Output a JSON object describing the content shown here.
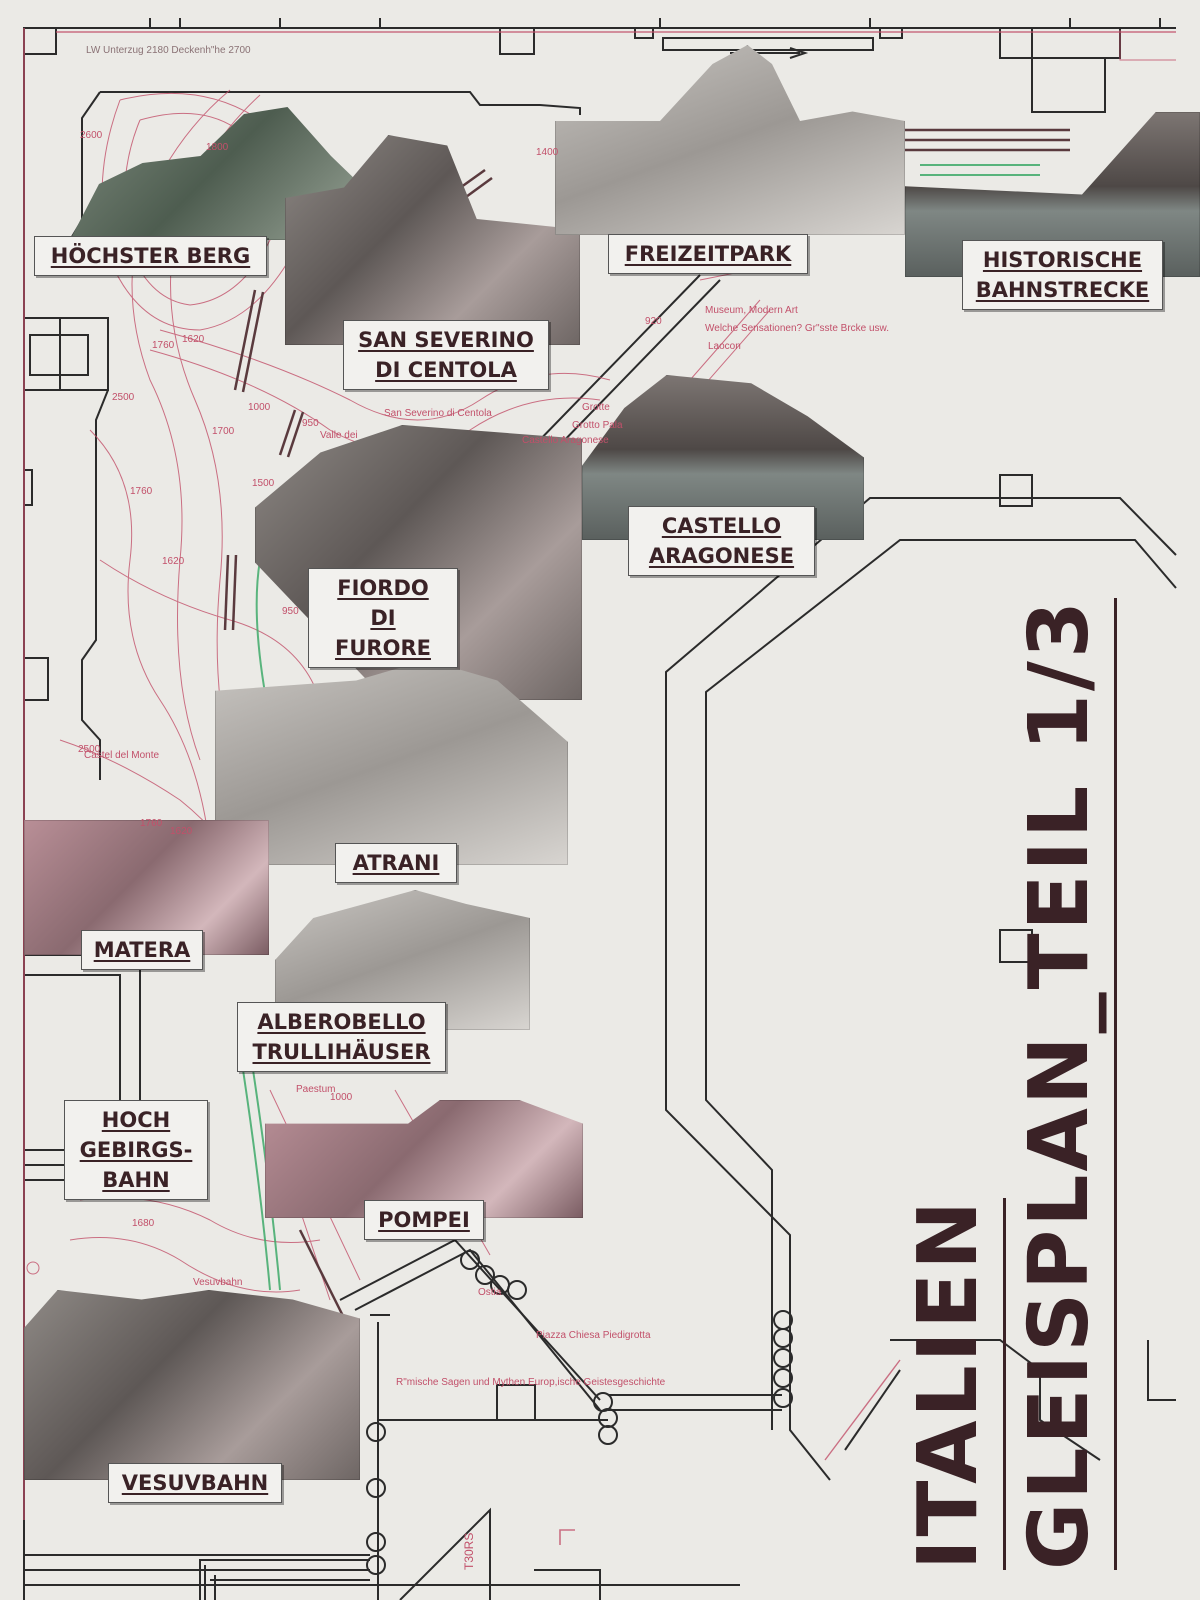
{
  "title": {
    "line1": "ITALIEN",
    "line2": "GLEISPLAN_TEIL 1/3"
  },
  "labels": [
    {
      "id": "hoechster-berg",
      "text": "HÖCHSTER BERG"
    },
    {
      "id": "san-severino",
      "text": "SAN SEVERINO\nDI CENTOLA"
    },
    {
      "id": "freizeitpark",
      "text": "FREIZEITPARK"
    },
    {
      "id": "historische-bahnstrecke",
      "text": "HISTORISCHE\nBAHNSTRECKE"
    },
    {
      "id": "castello-aragonese",
      "text": "CASTELLO\nARAGONESE"
    },
    {
      "id": "fiordo-di-furore",
      "text": "FIORDO\nDI FURORE"
    },
    {
      "id": "atrani",
      "text": "ATRANI"
    },
    {
      "id": "matera",
      "text": "MATERA"
    },
    {
      "id": "alberobello",
      "text": "ALBEROBELLO\nTRULLIHÄUSER"
    },
    {
      "id": "hochgebirgsbahn",
      "text": "HOCH\nGEBIRGS-\nBAHN"
    },
    {
      "id": "pompei",
      "text": "POMPEI"
    },
    {
      "id": "vesuvbahn",
      "text": "VESUVBAHN"
    }
  ],
  "plan_notes": {
    "header": "LW Unterzug 2180 Deckenh\"he 2700",
    "museum": "Museum, Modern Art",
    "sensationen": "Welche Sensationen? Gr\"sste Brcke usw.",
    "laocon": "Laocon",
    "grotte": "Grotte",
    "grotto_pala": "Grotto Pala",
    "castello": "Castello Aragonese",
    "san_severino": "San Severino di Centola",
    "valle": "Valle dei",
    "castel_monte": "Castel del Monte",
    "paestum": "Paestum",
    "vesuvbahn": "Vesuvbahn",
    "ostia": "Ostia",
    "piedigrotta": "Piazza Chiesa Piedigrotta",
    "sagen": "R\"mische Sagen und Mythen Europ,ische Geistesgeschichte",
    "t30rs": "T30RS",
    "elev_2600": "2600",
    "elev_1800": "1800",
    "elev_1400": "1400",
    "elev_1760a": "1760",
    "elev_1620a": "1620",
    "elev_2500a": "2500",
    "elev_1000a": "1000",
    "elev_1700": "1700",
    "elev_950a": "950",
    "elev_1500": "1500",
    "elev_1760b": "1760",
    "elev_1620b": "1620",
    "elev_950b": "950",
    "elev_870": "870",
    "elev_2500b": "2500",
    "elev_1760c": "1760",
    "elev_1620c": "1620",
    "elev_1000b": "1000",
    "elev_1680": "1680",
    "elev_920": "920"
  },
  "colors": {
    "ink": "#3a2226",
    "track": "#2b2b2b",
    "contour": "#c2506a",
    "green_track": "#3faa6a",
    "paper": "#ebeae6"
  }
}
